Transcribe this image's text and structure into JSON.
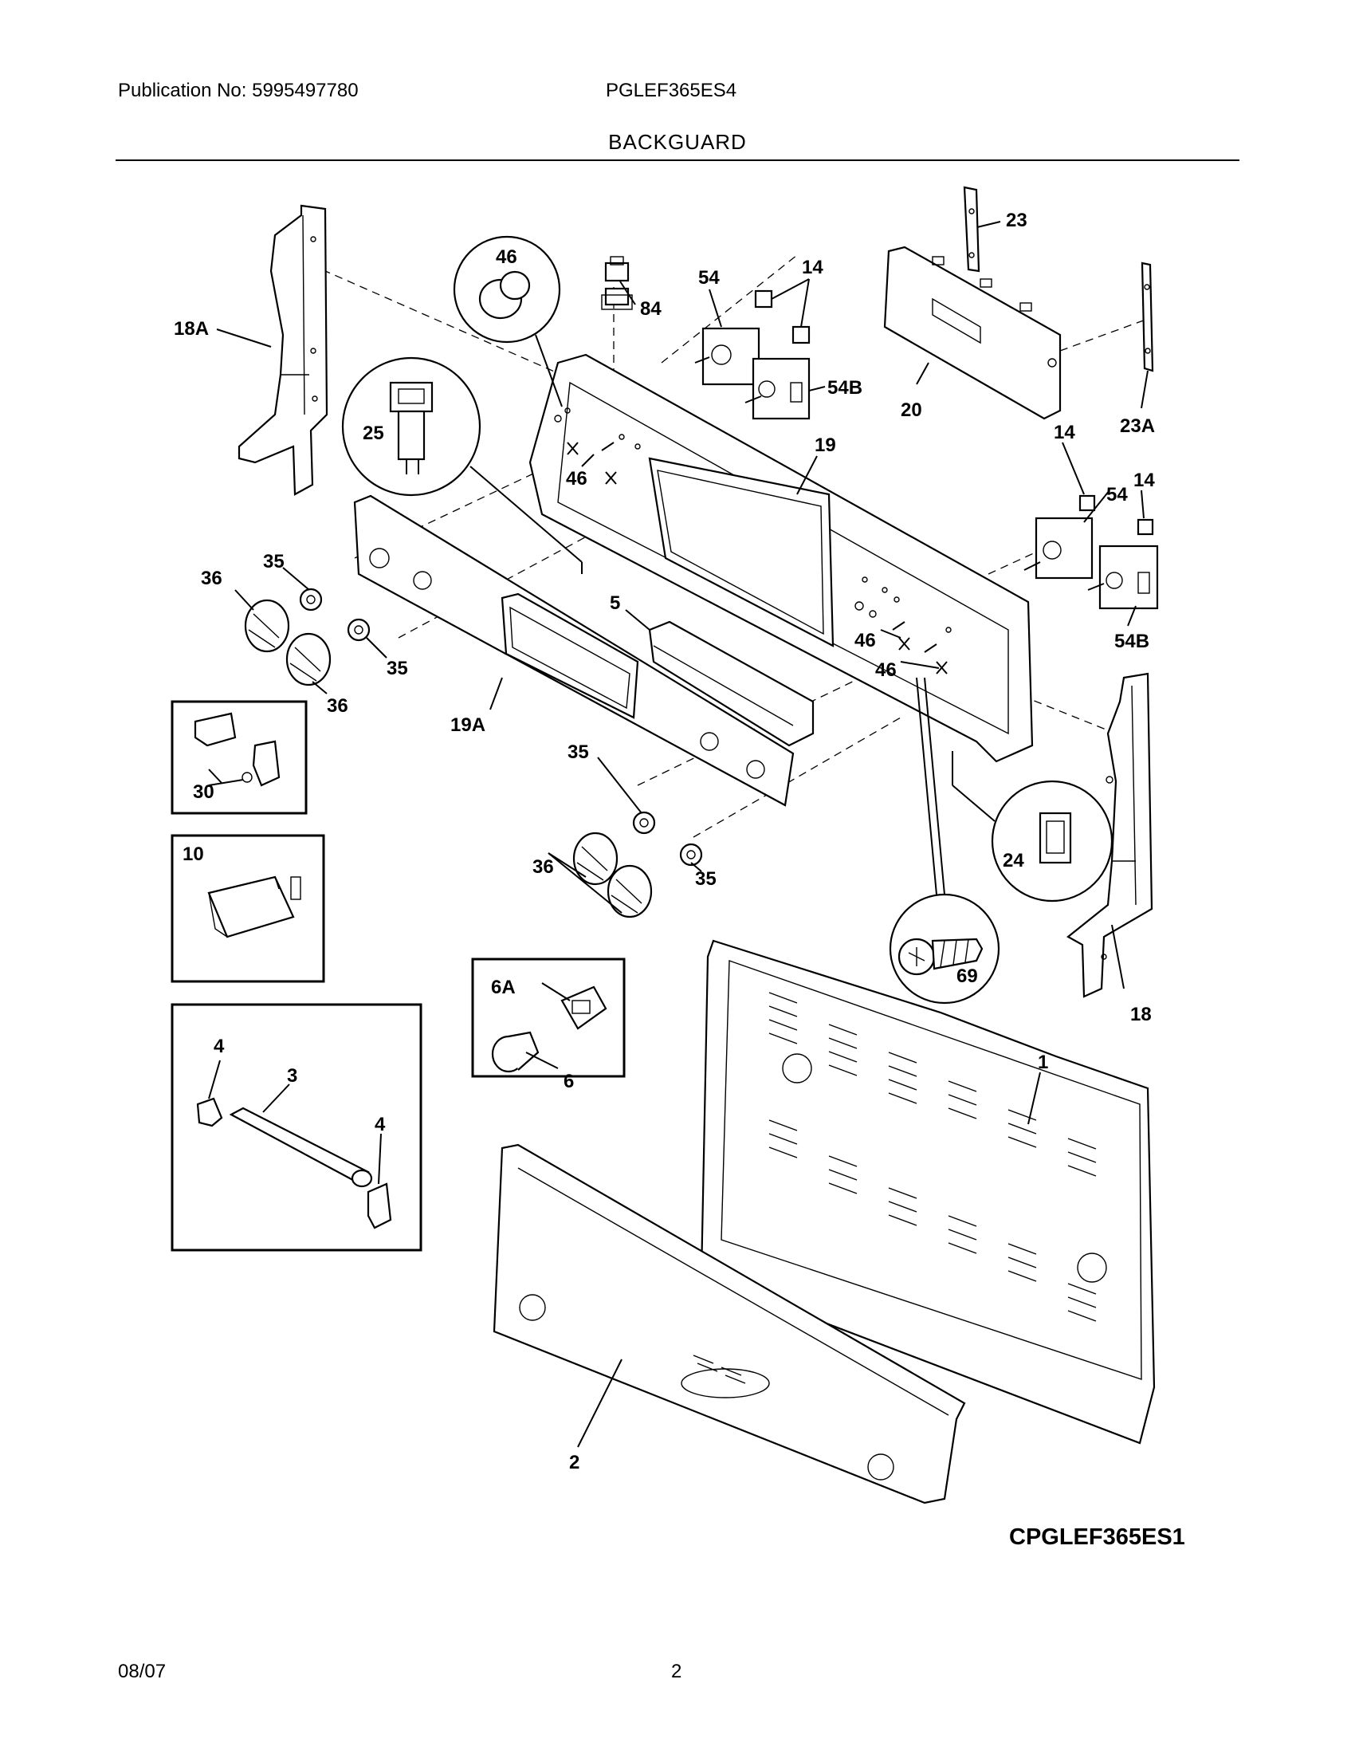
{
  "header": {
    "publication": "Publication No: 5995497780",
    "model": "PGLEF365ES4",
    "section": "BACKGUARD"
  },
  "diagram_code": "CPGLEF365ES1",
  "footer": {
    "date": "08/07",
    "page": "2"
  },
  "parts": [
    {
      "key": "p23",
      "label": "23"
    },
    {
      "key": "p46a",
      "label": "46"
    },
    {
      "key": "p84",
      "label": "84"
    },
    {
      "key": "p54a",
      "label": "54"
    },
    {
      "key": "p14a",
      "label": "14"
    },
    {
      "key": "p18A",
      "label": "18A"
    },
    {
      "key": "p54Ba",
      "label": "54B"
    },
    {
      "key": "p20",
      "label": "20"
    },
    {
      "key": "p23A",
      "label": "23A"
    },
    {
      "key": "p25",
      "label": "25"
    },
    {
      "key": "p19",
      "label": "19"
    },
    {
      "key": "p14b",
      "label": "14"
    },
    {
      "key": "p46b",
      "label": "46"
    },
    {
      "key": "p54b",
      "label": "54"
    },
    {
      "key": "p14c",
      "label": "14"
    },
    {
      "key": "p35a",
      "label": "35"
    },
    {
      "key": "p36a",
      "label": "36"
    },
    {
      "key": "p5",
      "label": "5"
    },
    {
      "key": "p46c",
      "label": "46"
    },
    {
      "key": "p54Bb",
      "label": "54B"
    },
    {
      "key": "p35b",
      "label": "35"
    },
    {
      "key": "p46d",
      "label": "46"
    },
    {
      "key": "p36b",
      "label": "36"
    },
    {
      "key": "p19A",
      "label": "19A"
    },
    {
      "key": "p35c",
      "label": "35"
    },
    {
      "key": "p30",
      "label": "30"
    },
    {
      "key": "p10",
      "label": "10"
    },
    {
      "key": "p24",
      "label": "24"
    },
    {
      "key": "p35d",
      "label": "35"
    },
    {
      "key": "p36c",
      "label": "36"
    },
    {
      "key": "p69",
      "label": "69"
    },
    {
      "key": "p18",
      "label": "18"
    },
    {
      "key": "p6A",
      "label": "6A"
    },
    {
      "key": "p4a",
      "label": "4"
    },
    {
      "key": "p3",
      "label": "3"
    },
    {
      "key": "p1",
      "label": "1"
    },
    {
      "key": "p6",
      "label": "6"
    },
    {
      "key": "p4b",
      "label": "4"
    },
    {
      "key": "p2",
      "label": "2"
    }
  ]
}
